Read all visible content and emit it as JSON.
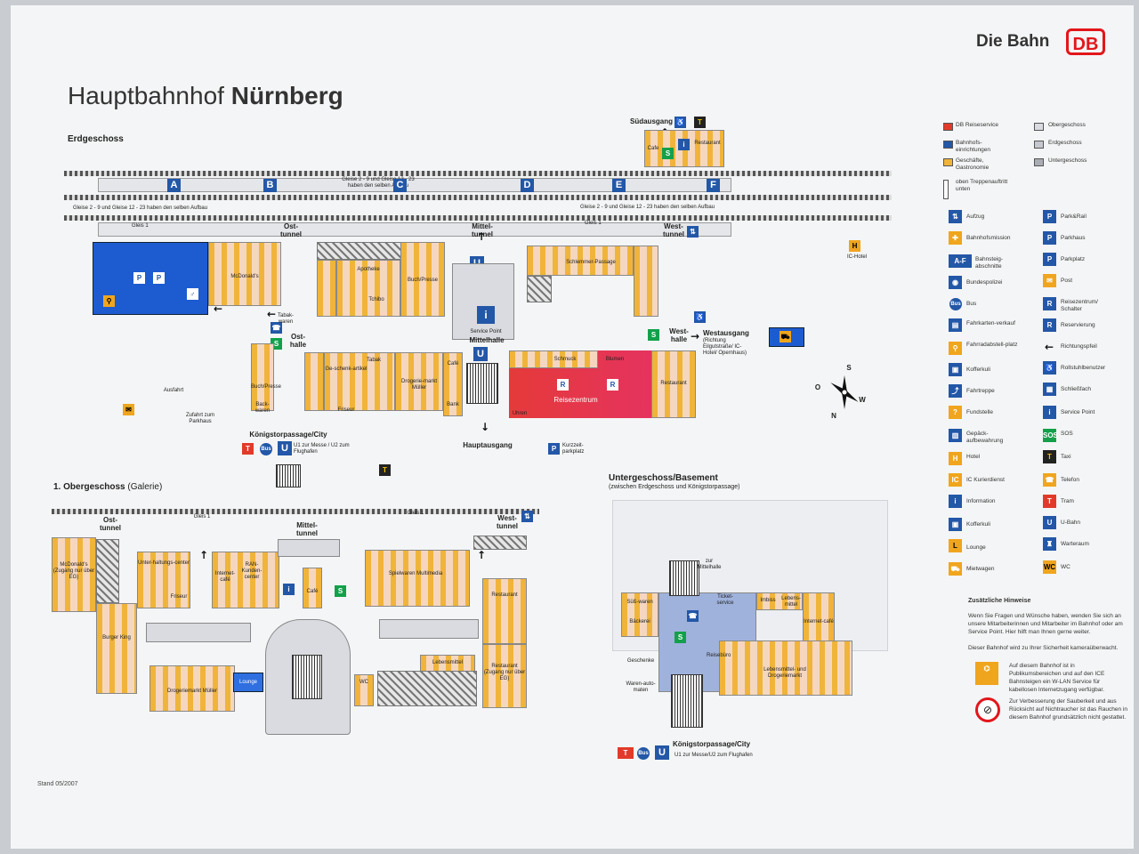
{
  "brand": {
    "name": "Die Bahn",
    "logo": "DB"
  },
  "title": {
    "prefix": "Hauptbahnhof",
    "city": "Nürnberg"
  },
  "floors": {
    "ground": "Erdgeschoss",
    "upper": "1. Obergeschoss",
    "upper_sub": "(Galerie)",
    "basement": "Untergeschoss/Basement",
    "basement_sub": "(zwischen Erdgeschoss und Königstorpassage)"
  },
  "sections": [
    "A",
    "B",
    "C",
    "D",
    "E",
    "F"
  ],
  "platform_notes": {
    "top": "Gleise 2 - 9 und Gleise 12 - 23 haben den selben Aufbau",
    "left": "Gleise 2 - 9 und Gleise 12 - 23 haben den selben Aufbau",
    "right": "Gleise 2 - 9 und Gleise 12 - 23 haben den selben Aufbau",
    "gleis1": "Gleis 1"
  },
  "ground_labels": {
    "suedausgang": "Südausgang",
    "osttunnel": "Ost-tunnel",
    "mitteltunnel": "Mittel-tunnel",
    "westtunnel": "West-tunnel",
    "osthalle": "Ost-halle",
    "westhalle": "West-halle",
    "westausgang": "Westausgang",
    "westausgang_sub": "(Richtung Eilgutstraße/ IC-Hotel/ Opernhaus)",
    "mittelhalle": "Mittelhalle",
    "hauptausgang": "Hauptausgang",
    "koenigstor": "Königstorpassage/City",
    "u1u2": "U1 zur Messe / U2 zum Flughafen",
    "kurzzeit": "Kurzzeit-parkplatz",
    "reisezentrum": "Reisezentrum",
    "servicepoint": "Service Point",
    "ichotel": "IC-Hotel",
    "zufahrt": "Zufahrt zum Parkhaus",
    "ausfahrt": "Ausfahrt"
  },
  "ground_shops": [
    "McDonald's",
    "Apotheke",
    "Tchibo",
    "Buch/Presse",
    "Schlemmer-Passage",
    "Cafe",
    "Restaurant",
    "Ge-schenk-artikel",
    "Tabak",
    "Drogerie-markt Müller",
    "Friseur",
    "Blumen",
    "Schmuck",
    "Uhren",
    "Bank",
    "Buch/Presse",
    "Back-waren",
    "Tabak-waren",
    "Café",
    "Restaurant"
  ],
  "upper_labels": {
    "osttunnel": "Ost-tunnel",
    "mitteltunnel": "Mittel-tunnel",
    "westtunnel": "West-tunnel",
    "gleis1_a": "Gleis 1",
    "gleis1_b": "Gleis 1"
  },
  "upper_shops": [
    "McDonald's (Zugang nur über EG)",
    "Unter-haltungs-center",
    "Friseur",
    "Internet-café",
    "RAN-Kunden-center",
    "Café",
    "Spielwaren Multimedia",
    "Restaurant",
    "Burger King",
    "Drogeriemarkt Müller",
    "Lounge",
    "WC",
    "Lebensmittel",
    "Restaurant (Zugang nur über EG)"
  ],
  "basement_shops": [
    "Süß-waren",
    "Bäckerei",
    "Imbiss",
    "Lebens-mittel",
    "Internet-café",
    "Geschenke",
    "Waren-auto-maten",
    "Lebensmittel- und Drogeriemarkt",
    "Ticket-service",
    "zur Mittelhalle",
    "Reisebüro"
  ],
  "basement_labels": {
    "koenigstor": "Königstorpassage/City",
    "u1u2": "U1 zur Messe/U2 zum Flughafen"
  },
  "legend_colors": [
    {
      "label": "DB Reiseservice",
      "color": "#e23a2a"
    },
    {
      "label": "Bahnhofs-einrichtungen",
      "color": "#2357a7"
    },
    {
      "label": "Geschäfte, Gastronomie",
      "color": "#f0b43a"
    },
    {
      "label": "oben Treppenauftritt unten",
      "color": "#ffffff"
    },
    {
      "label": "Obergeschoss",
      "color": "#d9dbe0"
    },
    {
      "label": "Erdgeschoss",
      "color": "#c5c8cf"
    },
    {
      "label": "Untergeschoss",
      "color": "#a9acb3"
    }
  ],
  "legend_left": [
    "Aufzug",
    "Bahnhofsmission",
    "Bahnsteig-abschnitte",
    "Bundespolizei",
    "Bus",
    "Fahrkarten-verkauf",
    "Fahrradabstell-platz",
    "Kofferkuli",
    "Fahrtreppe",
    "Fundstelle",
    "Gepäck-aufbewahrung",
    "Hotel",
    "IC Kurierdienst",
    "Information",
    "Kofferkuli",
    "Lounge",
    "Mietwagen"
  ],
  "legend_right": [
    "Park&Rail",
    "Parkhaus",
    "Parkplatz",
    "Post",
    "Reisezentrum/ Schalter",
    "Reservierung",
    "Richtungspfeil",
    "Rollstuhlbenutzer",
    "Schließfach",
    "Service Point",
    "SOS",
    "Taxi",
    "Telefon",
    "Tram",
    "U-Bahn",
    "Warteraum",
    "WC"
  ],
  "notes": {
    "heading": "Zusätzliche Hinweise",
    "p1": "Wenn Sie Fragen und Wünsche haben, wenden Sie sich an unsere Mitarbeiterinnen und Mitarbeiter im Bahnhof oder am Service Point. Hier hilft man Ihnen gerne weiter.",
    "p2": "Dieser Bahnhof wird zu Ihrer Sicherheit kameraüberwacht.",
    "p3": "Auf diesem Bahnhof ist in Publikumsbereichen und auf den ICE Bahnsteigen ein W-LAN Service für kabellosen Internetzugang verfügbar.",
    "p4": "Zur Verbesserung der Sauberkeit und aus Rücksicht auf Nichtraucher ist das Rauchen in diesem Bahnhof grundsätzlich nicht gestattet."
  },
  "stand": "Stand 05/2007",
  "compass": {
    "n": "N",
    "s": "S",
    "o": "O",
    "w": "W"
  }
}
